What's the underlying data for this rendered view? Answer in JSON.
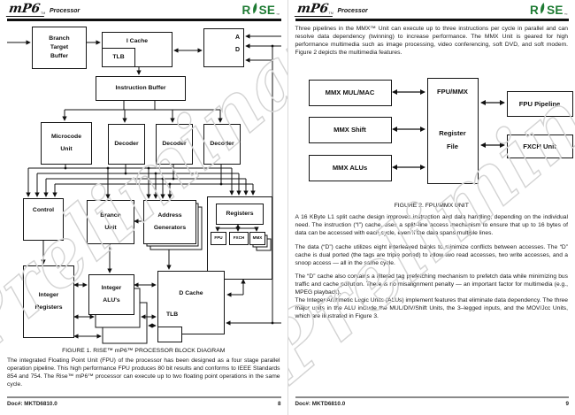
{
  "watermark": "Preliminary",
  "header": {
    "logo": "mP6",
    "logo_tm": "TM",
    "product": "Processor"
  },
  "brand": {
    "r": "R",
    "se": "SE",
    "tm": "™"
  },
  "left_page": {
    "figure1": {
      "caption": "FIGURE 1.  RISE™ mP6™ PROCESSOR BLOCK DIAGRAM",
      "boxes": {
        "btb": "Branch\nTarget\nBuffer",
        "icache": "I Cache",
        "icache_tlb": "TLB",
        "bus_a": "A",
        "bus_d": "D",
        "ibuffer": "Instruction Buffer",
        "microcode": "Microcode\nUnit",
        "decoder1": "Decoder",
        "decoder2": "Decoder",
        "decoder3": "Decoder",
        "control": "Control",
        "branch_unit": "Branch\nUnit",
        "addr_gen": "Address\nGenerators",
        "registers": "Registers",
        "fpu": "FPU",
        "fxch": "FXCH",
        "mmx": "MMX",
        "int_regs": "Integer\nRegisters",
        "int_alus": "Integer\nALU's",
        "dcache": "D Cache",
        "dcache_tlb": "TLB"
      }
    },
    "paragraph": "The integrated Floating Point Unit (FPU) of the processor has been designed as a four stage parallel operation pipeline.  This high performance FPU produces 80 bit results and conforms to IEEE Standards 854 and 754.  The Rise™ mP6™ processor can execute up to two floating point operations in the same cycle.",
    "footer": {
      "doc": "Doc#: MKTD6810.0",
      "page": "8"
    }
  },
  "right_page": {
    "paragraphs": {
      "p1": "Three pipelines in the MMX™ Unit can execute up to three instructions per cycle in parallel and can resolve data dependency (twinning) to increase performance.  The MMX Unit is geared for high performance multimedia such as image processing, video conferencing, soft DVD, and soft modem.  Figure 2 depicts the multimedia features.",
      "p2": "A 16 KByte L1 split cache design improves instruction and data handling, depending on the individual need.  The instruction (“I”) cache, uses a split–line access mechanism to ensure that up to 16 bytes of data can be accessed with each cycle, even if the data spans multiple lines.",
      "p3": "The data (“D”) cache utilizes eight interleaved banks to minimize conflicts between accesses.  The “D” cache is dual ported (the tags are triple ported) to allow two read accesses, two write accesses, and a snoop access — all in the same cycle.",
      "p4": "The “D” cache also contains a filtered tag prefetching mechanism to prefetch data while minimizing bus traffic and cache pollution.  There is no misalignment penalty — an important factor for multimedia (e.g., MPEG playback).",
      "p5": "The Integer Arithmetic Logic Units (ALUs) implement features that eliminate data dependency.  The three major units in the ALU include the MUL/DIV/Shift Units, the 3–legged inputs, and the MOV/Jcc Units, which are illustrated in Figure 3."
    },
    "figure2": {
      "caption": "FIGURE 2. FPU/MMX UNIT",
      "boxes": {
        "mul_mac": "MMX MUL/MAC",
        "shift": "MMX Shift",
        "alus": "MMX ALUs",
        "regfile_title": "FPU/MMX",
        "regfile_body": "Register\nFile",
        "fpu_pipeline": "FPU Pipeline",
        "fxch_unit": "FXCH Unit"
      }
    },
    "footer": {
      "doc": "Doc#: MKTD6810.0",
      "page": "9"
    }
  }
}
